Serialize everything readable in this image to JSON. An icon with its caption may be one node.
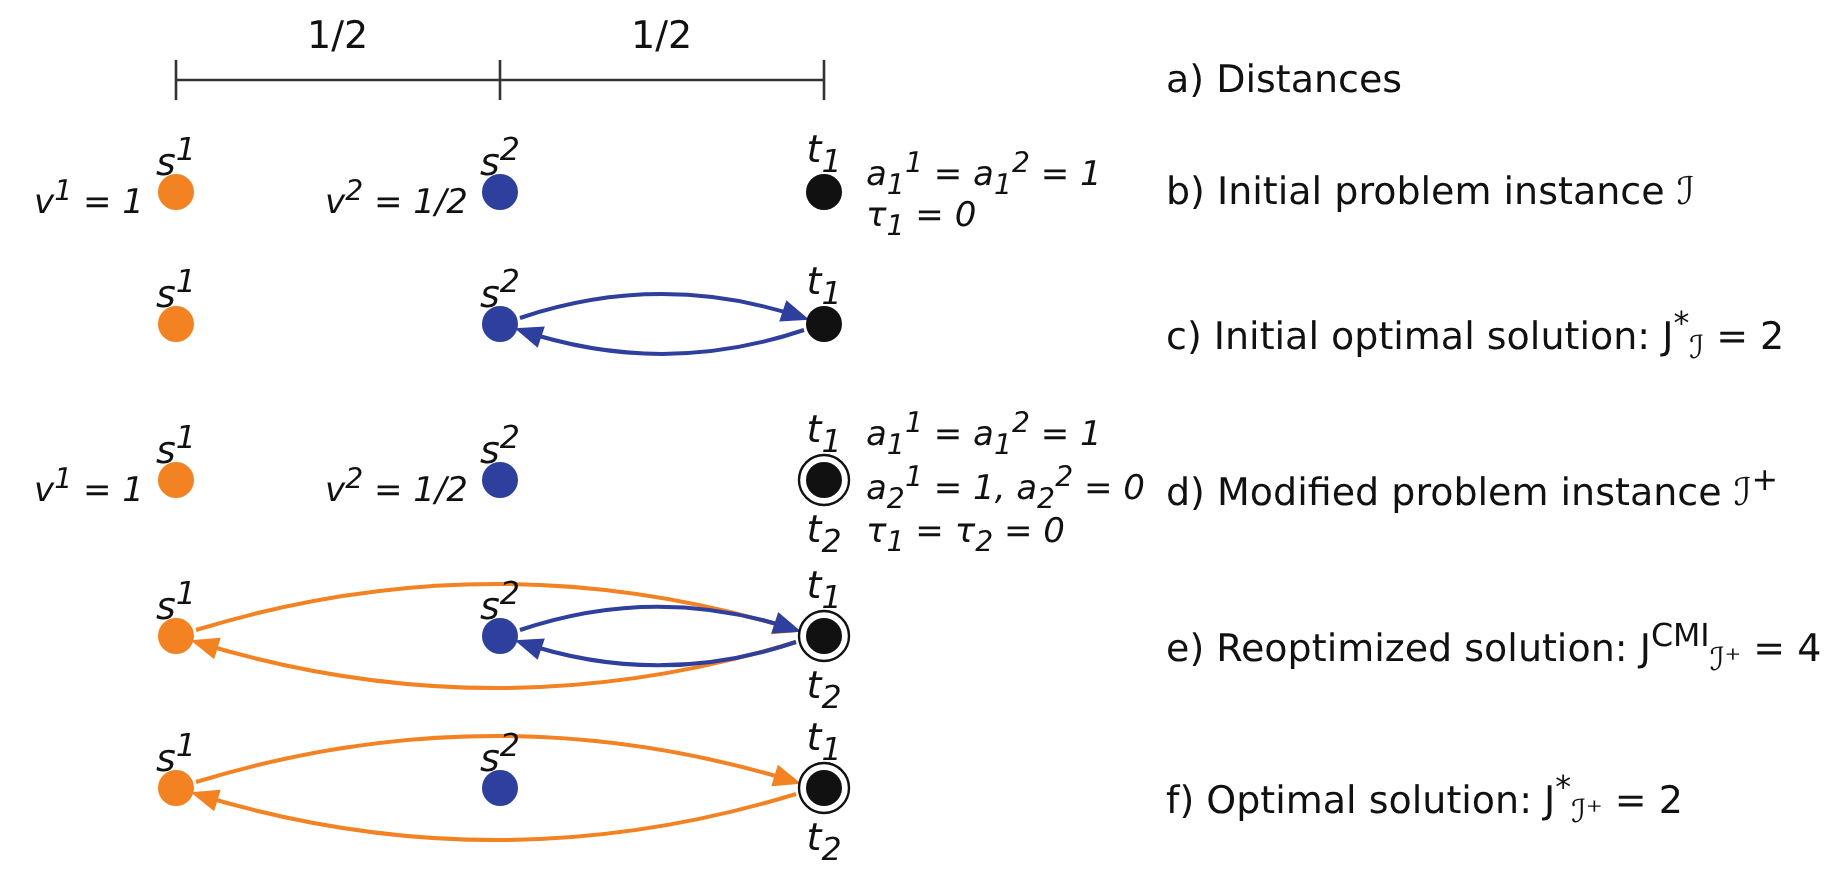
{
  "diagram": {
    "nodes": [
      {
        "text": [
          "s$^{1}$"
        ],
        "beside": [
          "v$^{1}$ = 1"
        ]
      },
      {
        "text": [
          "s$^{2}$"
        ],
        "beside": [
          "v$^{2}$ = 1/2"
        ]
      },
      {
        "text": [
          "t$_{1}$"
        ],
        "beside": [
          "a$_{1}$$^{1}$ = a$_{1}$$^{2}$ = 1",
          "τ$_{1}$ = 0"
        ]
      },
      {
        "text": [
          "s$^{1}$"
        ]
      },
      {
        "text": [
          "s$^{2}$"
        ]
      },
      {
        "text": [
          "t$_{1}$"
        ]
      },
      {
        "text": [
          "s$^{1}$"
        ],
        "beside": [
          "v$^{1}$ = 1"
        ]
      },
      {
        "text": [
          "s$^{2}$"
        ],
        "beside": [
          "v$^{2}$ = 1/2"
        ]
      },
      {
        "text": [
          "t$_{1}$",
          "t$_{2}$"
        ],
        "beside": [
          "a$_{1}$$^{1}$ = a$_{1}$$^{2}$ = 1",
          "a$_{2}$$^{1}$ = 1, a$_{2}$$^{2}$ = 0",
          "τ$_{1}$ = τ$_{2}$ = 0"
        ]
      },
      {
        "text": [
          "s$^{1}$"
        ]
      },
      {
        "text": [
          "s$^{2}$"
        ]
      },
      {
        "text": [
          "t$_{1}$",
          "t$_{2}$"
        ]
      },
      {
        "text": [
          "s$^{1}$"
        ]
      },
      {
        "text": [
          "s$^{2}$"
        ]
      },
      {
        "text": [
          "t$_{1}$",
          "t$_{2}$"
        ]
      }
    ],
    "edges": [
      {
        "from": 4,
        "to": 5,
        "arrow": "to",
        "color": "#2e3f9e"
      },
      {
        "from": 5,
        "to": 4,
        "arrow": "to",
        "color": "#2e3f9e"
      },
      {
        "from": 9,
        "to": 11,
        "arrow": "to",
        "color": "#f28222"
      },
      {
        "from": 11,
        "to": 9,
        "arrow": "to",
        "color": "#f28222"
      },
      {
        "from": 10,
        "to": 11,
        "arrow": "to",
        "color": "#2e3f9e"
      },
      {
        "from": 11,
        "to": 10,
        "arrow": "to",
        "color": "#2e3f9e"
      },
      {
        "from": 12,
        "to": 14,
        "arrow": "to",
        "color": "#f28222"
      },
      {
        "from": 14,
        "to": 12,
        "arrow": "to",
        "color": "#f28222"
      }
    ],
    "labels": [
      "1/2",
      "1/2",
      "a) Distances",
      "b) Initial problem instance ℐ",
      "c) Initial optimal solution: J$^{*}$$_{ℐ}$ = 2",
      "d) Modified problem instance ℐ$^{+}$",
      "e) Reoptimized solution: J$^{CMI}$$_{ℐ⁺}$ = 4",
      "f) Optimal solution: J$^{*}$$_{ℐ⁺}$ = 2"
    ]
  }
}
